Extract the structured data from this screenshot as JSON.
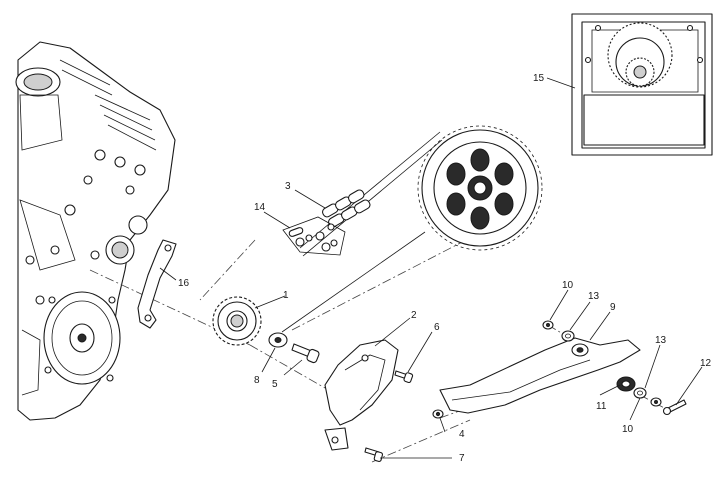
{
  "diagram": {
    "callouts": [
      "1",
      "2",
      "3",
      "4",
      "5",
      "6",
      "7",
      "8",
      "9",
      "10",
      "10",
      "11",
      "12",
      "13",
      "13",
      "14",
      "15",
      "16"
    ]
  }
}
